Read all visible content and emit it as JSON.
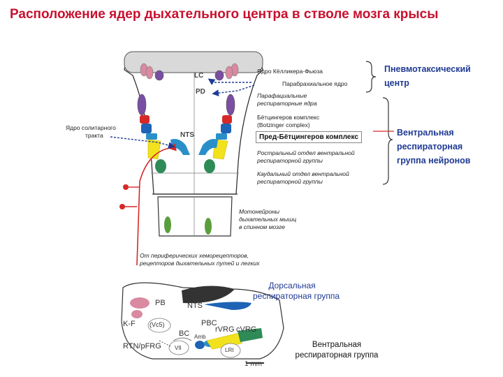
{
  "title": "Расположение ядер дыхательного центра в стволе мозга крысы",
  "upper": {
    "abbr": {
      "lc": "LC",
      "pd": "PD",
      "nts": "NTS"
    },
    "labels": {
      "kolliker": "Ядро Кёлликера-Фьюза",
      "parabrachial": "Парабрахиальное ядро",
      "parafacial_1": "Парафациальные",
      "parafacial_2": "респираторные ядра",
      "botz_1": "Бётцингеров комплекс",
      "botz_2": "(Botzinger complex)",
      "prebotz": "Пред-Бётцингеров комплекс",
      "rostral_1": "Ростральный отдел вентральной",
      "rostral_2": "респираторной группы",
      "caudal_1": "Каудальный отдел вентральной",
      "caudal_2": "респираторной группы",
      "solitary_1": "Ядро солитарного",
      "solitary_2": "тракта",
      "motoneurons_1": "Мотонейроны",
      "motoneurons_2": "дыхательных мышц",
      "motoneurons_3": "в спинном мозге",
      "peripheral_1": "От периферических хеморецепторов,",
      "peripheral_2": "рецепторов дыхательных путей и легких"
    },
    "right": {
      "pneumotaxic_1": "Пневмотаксический",
      "pneumotaxic_2": "центр",
      "ventral_1": "Вентральная",
      "ventral_2": "респираторная",
      "ventral_3": "группа нейронов"
    }
  },
  "lower": {
    "dorsal_1": "Дорсальная",
    "dorsal_2": "респираторная группа",
    "ventral_1": "Вентральная",
    "ventral_2": "респираторная группа",
    "abbr": {
      "pb": "PB",
      "kf": "K-F",
      "nts": "NTS",
      "vc5": "(Vc5)",
      "pbc": "PBC",
      "bc": "BC",
      "rvrg": "rVRG",
      "cvrg": "cVRG",
      "rtn": "RTN/pFRG",
      "vii": "VII",
      "amb": "Amb",
      "lrt": "LRt"
    },
    "scale": "1 mm"
  },
  "colors": {
    "title": "#c8102e",
    "blue_text": "#1f3a93",
    "yellow": "#f2e21d",
    "green": "#2e8b57",
    "purple": "#7a4ea3",
    "pink": "#d98aa0",
    "blue": "#1e63b5",
    "cyan": "#2a8fc9",
    "red": "#d62828"
  }
}
